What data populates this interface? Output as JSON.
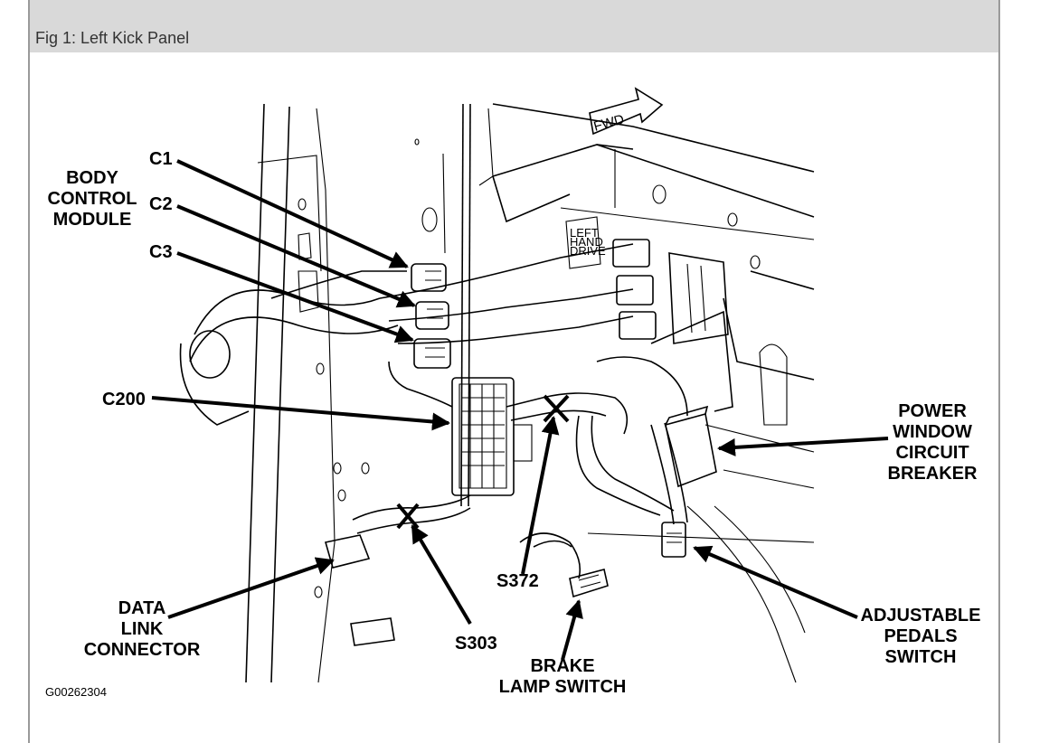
{
  "caption": "Fig 1: Left Kick Panel",
  "figure_id": "G00262304",
  "direction_marker": "FWD",
  "drive_tag": [
    "LEFT",
    "HAND",
    "DRIVE"
  ],
  "labels": {
    "body_control_module": [
      "BODY",
      "CONTROL",
      "MODULE"
    ],
    "c1": "C1",
    "c2": "C2",
    "c3": "C3",
    "c200": "C200",
    "data_link_connector": [
      "DATA",
      "LINK",
      "CONNECTOR"
    ],
    "s303": "S303",
    "s372": "S372",
    "brake_lamp_switch": [
      "BRAKE",
      "LAMP SWITCH"
    ],
    "power_window_circuit_breaker": [
      "POWER",
      "WINDOW",
      "CIRCUIT",
      "BREAKER"
    ],
    "adjustable_pedals_switch": [
      "ADJUSTABLE",
      "PEDALS",
      "SWITCH"
    ]
  }
}
